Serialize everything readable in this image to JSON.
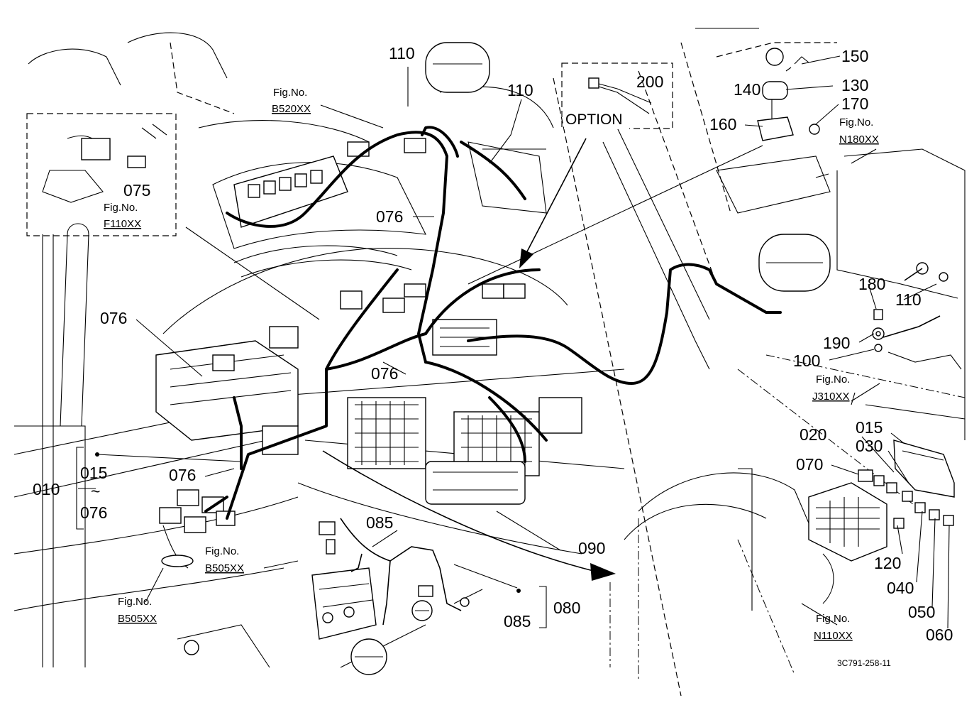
{
  "diagram": {
    "drawing_code": "3C791-258-11",
    "option_label": "OPTION",
    "callouts": {
      "c010": "010",
      "c015_range": "015",
      "c076_range": "076",
      "tilde": "~",
      "c075": "075",
      "c076_a": "076",
      "c076_b": "076",
      "c076_c": "076",
      "c076_d": "076",
      "c110_a": "110",
      "c110_b": "110",
      "c110_c": "110",
      "c200": "200",
      "c150": "150",
      "c140": "140",
      "c130": "130",
      "c170": "170",
      "c160": "160",
      "c180": "180",
      "c190": "190",
      "c100": "100",
      "c015": "015",
      "c020": "020",
      "c030": "030",
      "c070": "070",
      "c120": "120",
      "c040": "040",
      "c050": "050",
      "c060": "060",
      "c085_a": "085",
      "c085_b": "085",
      "c080": "080",
      "c090": "090"
    },
    "fig_refs": {
      "f110_title": "Fig.No.",
      "f110_code": "F110XX",
      "b520_title": "Fig.No.",
      "b520_code": "B520XX",
      "n180_title": "Fig.No.",
      "n180_code": "N180XX",
      "j310_title": "Fig.No.",
      "j310_code": "J310XX",
      "b505a_title": "Fig.No.",
      "b505a_code": "B505XX",
      "b505b_title": "Fig.No.",
      "b505b_code": "B505XX",
      "n110_title": "Fig.No.",
      "n110_code": "N110XX"
    }
  }
}
